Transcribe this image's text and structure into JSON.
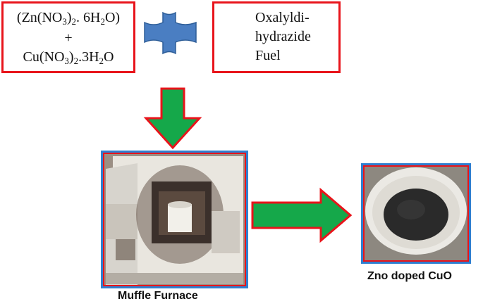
{
  "precursors": {
    "zinc_nitrate": {
      "base": "(Zn(NO",
      "sub1": "3",
      "mid": ")",
      "sub2": "2",
      "rest": ". 6H",
      "sub3": "2",
      "tail": "O)"
    },
    "plus": "+",
    "copper_nitrate": {
      "base": "Cu(NO",
      "sub1": "3",
      "mid": ")",
      "sub2": "2",
      "rest": ".3H",
      "sub3": "2",
      "tail": "O"
    }
  },
  "fuel": {
    "line1": "Oxalyldi-",
    "line2": "hydrazide",
    "line3": "Fuel"
  },
  "furnace_label": "Muffle Furnace",
  "product_label": "Zno doped CuO",
  "colors": {
    "box_border": "#e8141b",
    "photo_frame": "#2f7fd0",
    "plus_fill": "#4a7ec2",
    "arrow_fill": "#15a84a",
    "arrow_stroke": "#e8141b"
  },
  "icons": {
    "combine": "plus-icon",
    "flow": "arrow-icon"
  }
}
